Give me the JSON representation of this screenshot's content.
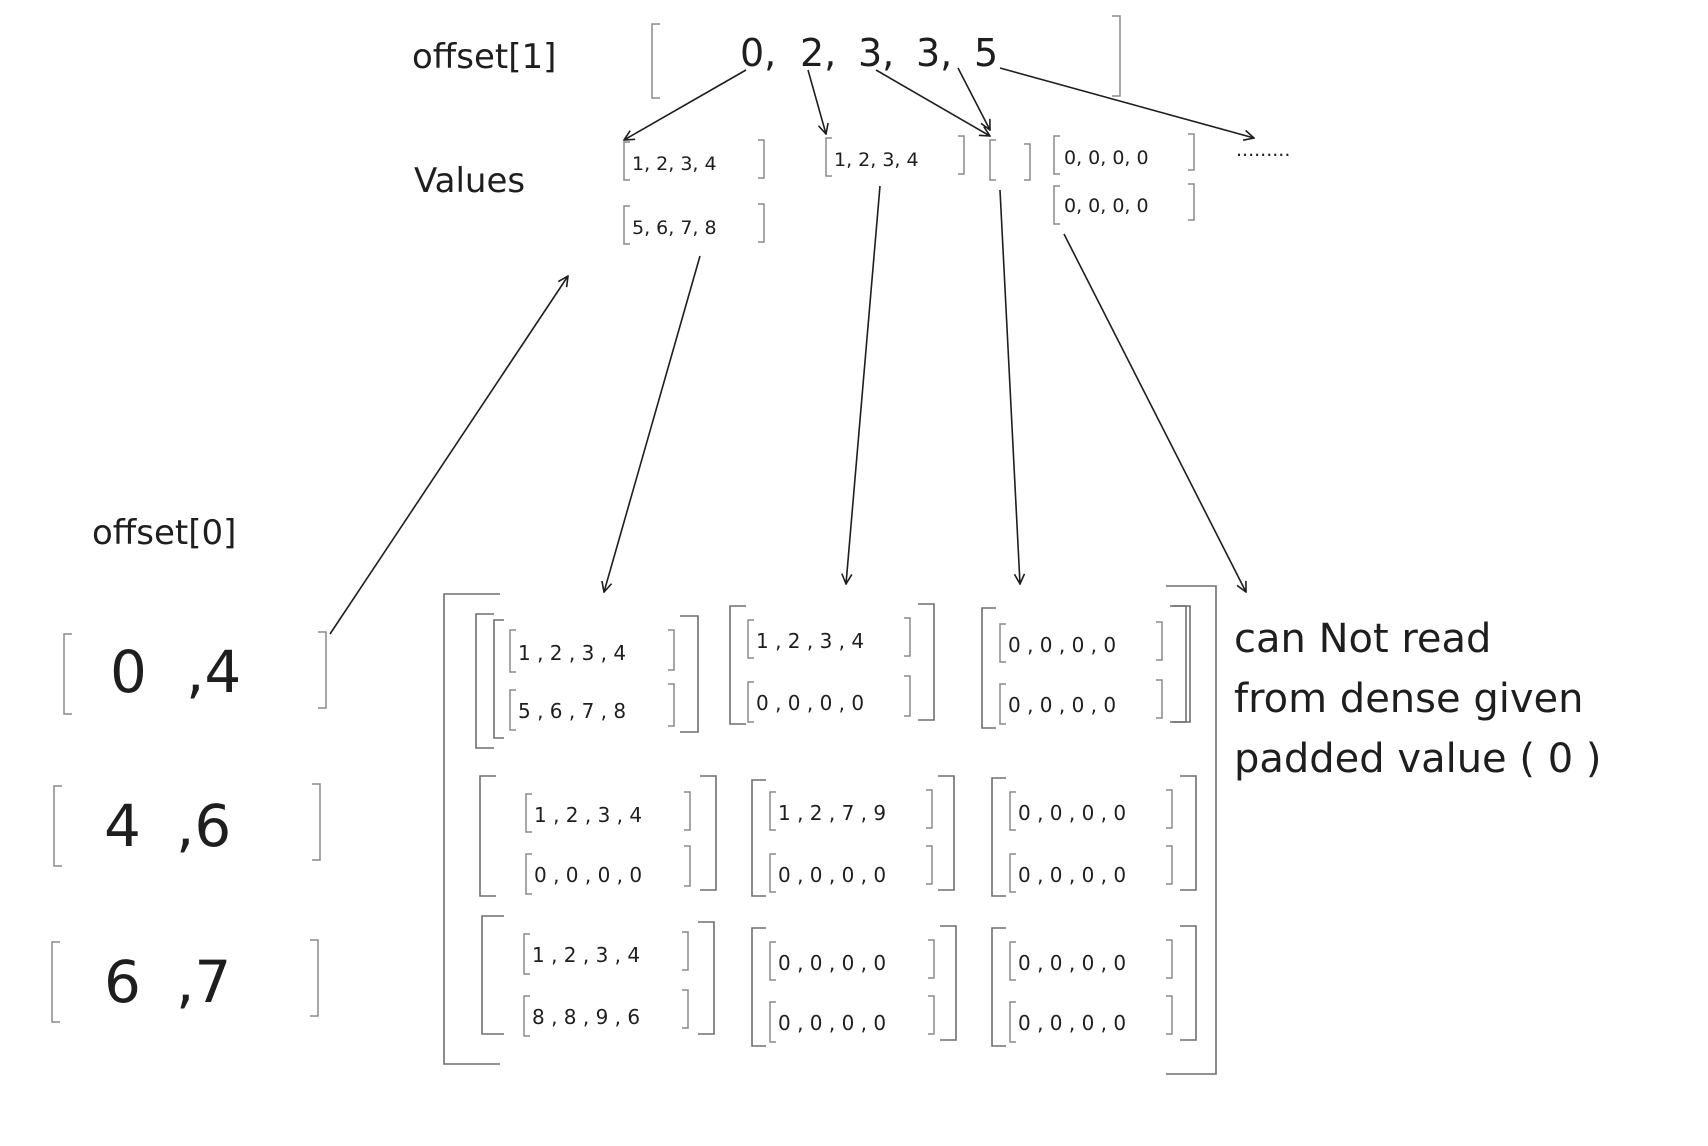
{
  "labels": {
    "offset1": "offset[1]",
    "values": "Values",
    "offset0": "offset[0]",
    "ellipsis": "........."
  },
  "offset1": {
    "values": [
      "0,",
      "2,",
      "3,",
      "3,",
      "5"
    ]
  },
  "values_blocks": [
    {
      "rows": [
        "1, 2, 3, 4",
        "5, 6, 7, 8"
      ]
    },
    {
      "rows": [
        "1, 2, 3, 4"
      ]
    },
    {
      "rows": []
    },
    {
      "rows": [
        "0, 0, 0, 0",
        "0, 0, 0, 0"
      ]
    }
  ],
  "offset0": [
    {
      "a": "0",
      "b": ",4"
    },
    {
      "a": "4",
      "b": ",6"
    },
    {
      "a": "6",
      "b": ",7"
    }
  ],
  "dense": [
    [
      [
        "1 , 2 , 3 , 4",
        "5 , 6 , 7 , 8"
      ],
      [
        "1 , 2 , 3 , 4",
        "0 , 0 , 0 , 0"
      ],
      [
        "0 , 0 , 0 , 0",
        "0 , 0 , 0 , 0"
      ]
    ],
    [
      [
        "1 , 2 , 3 , 4",
        "0 , 0 , 0 , 0"
      ],
      [
        "1 , 2 , 7 , 9",
        "0 , 0 , 0 , 0"
      ],
      [
        "0 , 0 , 0 , 0",
        "0 , 0 , 0 , 0"
      ]
    ],
    [
      [
        "1 , 2 , 3 , 4",
        "8 , 8 , 9 , 6"
      ],
      [
        "0 , 0 , 0 , 0",
        "0 , 0 , 0 , 0"
      ],
      [
        "0 , 0 , 0 , 0",
        "0 , 0 , 0 , 0"
      ]
    ]
  ],
  "note": {
    "lines": [
      "can Not read",
      "from dense given",
      "padded value ( 0 )"
    ]
  }
}
